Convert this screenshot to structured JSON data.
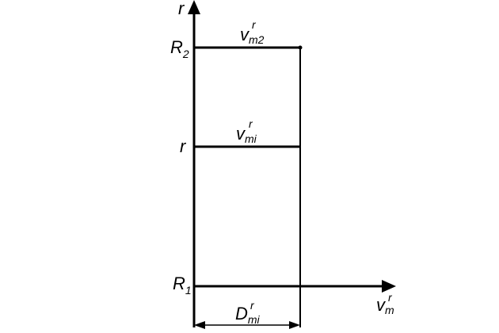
{
  "diagram": {
    "axis_y_label": "r",
    "axis_x_label": {
      "base": "v",
      "sub": "m",
      "sup": "r"
    },
    "y_ticks": [
      {
        "base": "R",
        "sub": "2"
      },
      {
        "base": "r",
        "sub": ""
      },
      {
        "base": "R",
        "sub": "1"
      }
    ],
    "lines": [
      {
        "base": "v",
        "sub": "m2",
        "sup": "r"
      },
      {
        "base": "v",
        "sub": "mi",
        "sup": "r"
      }
    ],
    "dimension": {
      "base": "D",
      "sub": "mi",
      "sup": "r"
    },
    "colors": {
      "stroke": "#000000",
      "background": "#ffffff"
    }
  }
}
